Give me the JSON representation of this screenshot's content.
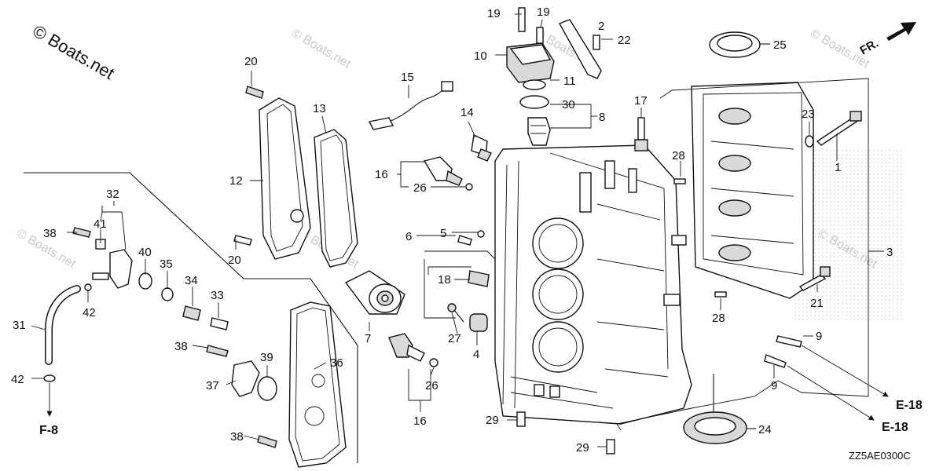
{
  "diagram": {
    "copyright": "© Boats.net",
    "watermark": "© Boats.net",
    "drawing_code": "ZZ5AE0300C",
    "direction_label": "FR.",
    "callouts": {
      "c1": "1",
      "c2": "2",
      "c3": "3",
      "c4": "4",
      "c5": "5",
      "c6": "6",
      "c7": "7",
      "c8": "8",
      "c9a": "9",
      "c9b": "9",
      "c10": "10",
      "c11": "11",
      "c12": "12",
      "c13": "13",
      "c14": "14",
      "c15": "15",
      "c16a": "16",
      "c16b": "16",
      "c17": "17",
      "c18": "18",
      "c19a": "19",
      "c19b": "19",
      "c20a": "20",
      "c20b": "20",
      "c21": "21",
      "c22": "22",
      "c23": "23",
      "c24": "24",
      "c25": "25",
      "c26a": "26",
      "c26b": "26",
      "c27": "27",
      "c28a": "28",
      "c28b": "28",
      "c29a": "29",
      "c29b": "29",
      "c30": "30",
      "c31": "31",
      "c32": "32",
      "c33": "33",
      "c34": "34",
      "c35": "35",
      "c36": "36",
      "c37": "37",
      "c38a": "38",
      "c38b": "38",
      "c38c": "38",
      "c39": "39",
      "c40": "40",
      "c41": "41",
      "c42a": "42",
      "c42b": "42"
    },
    "references": {
      "e18a": "E-18",
      "e18b": "E-18",
      "f8": "F-8"
    }
  }
}
